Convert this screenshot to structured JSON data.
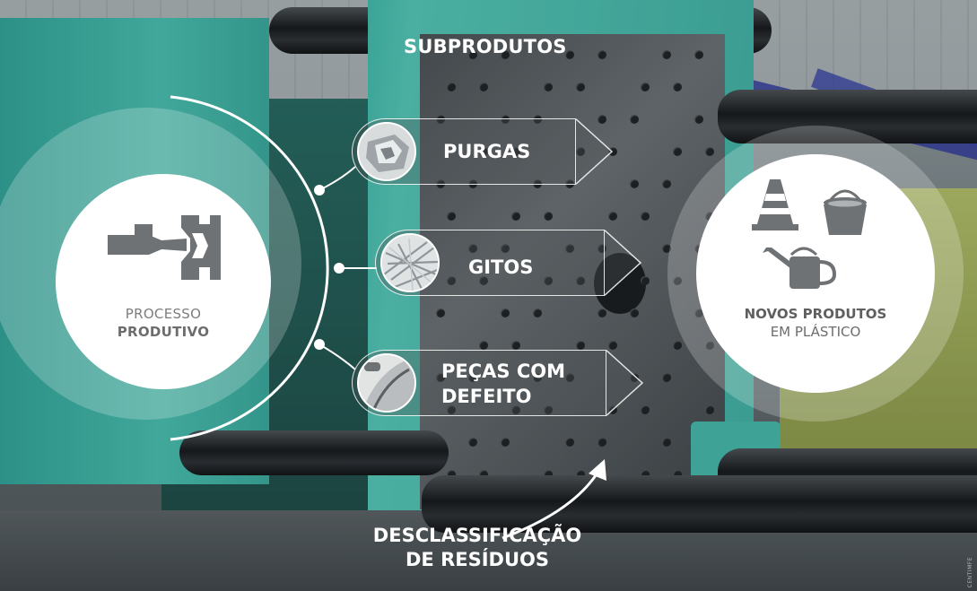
{
  "heading": "SUBPRODUTOS",
  "process": {
    "line1": "PROCESSO",
    "line2": "PRODUTIVO",
    "icon": "extrusion-mould-icon"
  },
  "byproducts": [
    {
      "label_line1": "PURGAS",
      "label_line2": "",
      "icon": "purge-thumbnail"
    },
    {
      "label_line1": "GITOS",
      "label_line2": "",
      "icon": "sprue-thumbnail"
    },
    {
      "label_line1": "PEÇAS COM",
      "label_line2": "DEFEITO",
      "icon": "defective-part-thumbnail"
    }
  ],
  "output": {
    "line1": "NOVOS PRODUTOS",
    "line2": "EM PLÁSTICO",
    "icons": [
      "traffic-cone-icon",
      "bucket-icon",
      "watering-can-icon"
    ]
  },
  "bottom": {
    "line1": "DESCLASSIFICAÇÃO",
    "line2": "DE RESÍDUOS"
  },
  "watermark": "CENTIMFE",
  "colors": {
    "teal": "#44bcae",
    "icon_gray": "#6f7275",
    "white": "#ffffff"
  }
}
